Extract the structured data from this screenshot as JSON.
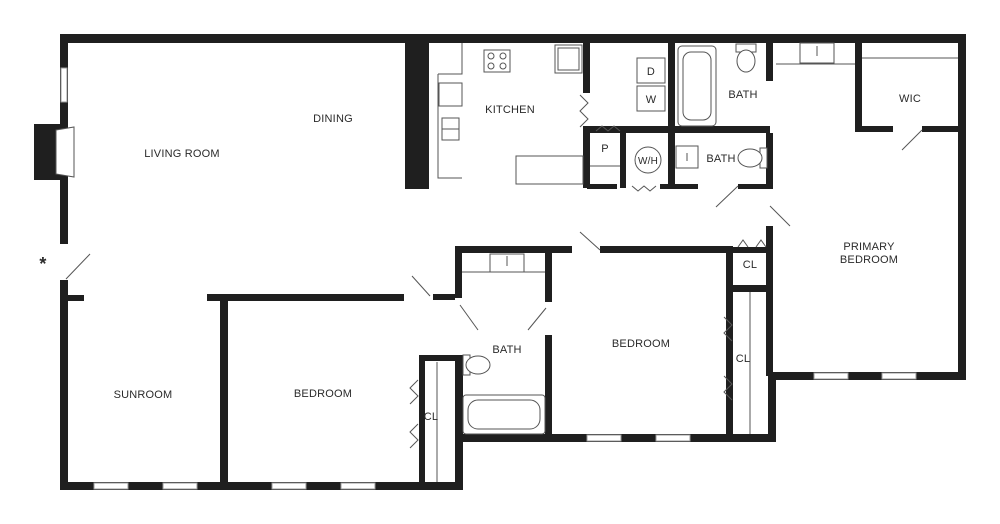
{
  "rooms": {
    "living_room": "LIVING ROOM",
    "dining": "DINING",
    "kitchen": "KITCHEN",
    "bath_1": "BATH",
    "bath_2": "BATH",
    "bath_3": "BATH",
    "wic": "WIC",
    "primary_bedroom_line1": "PRIMARY",
    "primary_bedroom_line2": "BEDROOM",
    "sunroom": "SUNROOM",
    "bedroom_1": "BEDROOM",
    "bedroom_2": "BEDROOM",
    "pantry": "P",
    "water_heater": "W/H",
    "dryer": "D",
    "washer": "W",
    "closet_1": "CL",
    "closet_2": "CL",
    "closet_3": "CL"
  },
  "entry_marker": "*"
}
